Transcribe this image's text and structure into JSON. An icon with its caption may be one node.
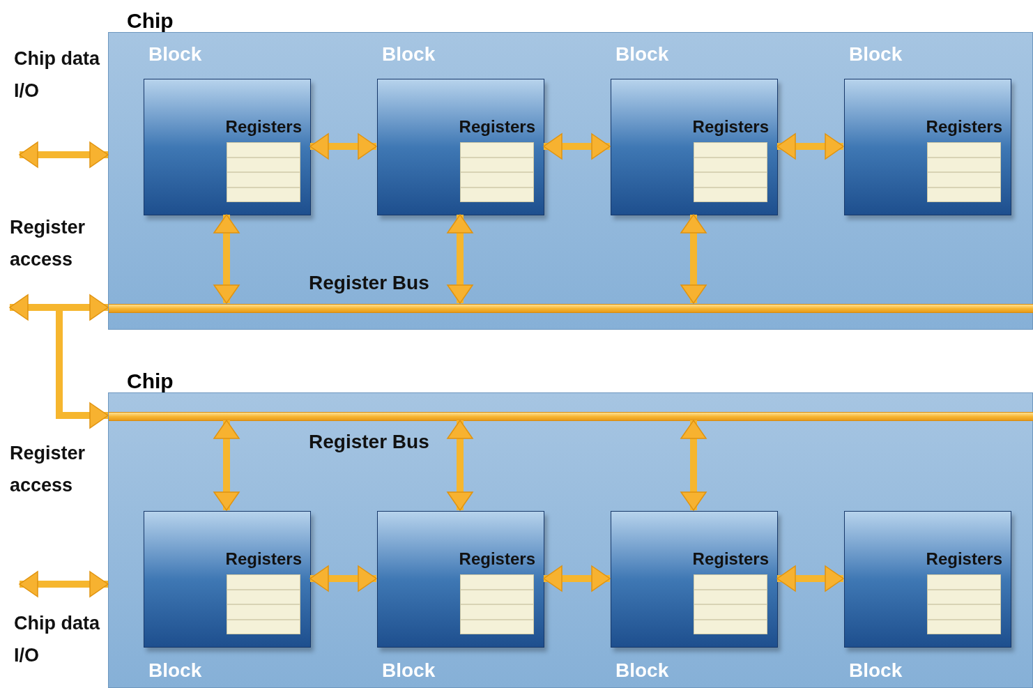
{
  "diagram": {
    "nodes": [
      {
        "text": [
          "Chip"
        ]
      },
      {
        "text": [
          "Block",
          "Registers"
        ],
        "in": 0
      },
      {
        "text": [
          "Block",
          "Registers"
        ],
        "in": 0
      },
      {
        "text": [
          "Block",
          "Registers"
        ],
        "in": 0
      },
      {
        "text": [
          "Block",
          "Registers"
        ],
        "in": 0
      },
      {
        "text": [
          "Register Bus"
        ],
        "in": 0
      },
      {
        "text": [
          "Chip"
        ]
      },
      {
        "text": [
          "Register Bus"
        ],
        "in": 6
      },
      {
        "text": [
          "Registers",
          "Block"
        ],
        "in": 6
      },
      {
        "text": [
          "Registers",
          "Block"
        ],
        "in": 6
      },
      {
        "text": [
          "Registers",
          "Block"
        ],
        "in": 6
      },
      {
        "text": [
          "Registers",
          "Block"
        ],
        "in": 6
      }
    ],
    "edges": [
      {
        "from": null,
        "to": 0,
        "arrow": "both"
      },
      {
        "from": 1,
        "to": 2,
        "arrow": "both"
      },
      {
        "from": 2,
        "to": 3,
        "arrow": "both"
      },
      {
        "from": 3,
        "to": 4,
        "arrow": "both"
      },
      {
        "from": 1,
        "to": 5,
        "arrow": "both"
      },
      {
        "from": 2,
        "to": 5,
        "arrow": "both"
      },
      {
        "from": 3,
        "to": 5,
        "arrow": "both"
      },
      {
        "from": null,
        "to": 5,
        "arrow": "both"
      },
      {
        "from": null,
        "to": 7,
        "arrow": "to"
      },
      {
        "from": null,
        "to": 6,
        "arrow": "both"
      },
      {
        "from": 8,
        "to": 9,
        "arrow": "both"
      },
      {
        "from": 9,
        "to": 10,
        "arrow": "both"
      },
      {
        "from": 10,
        "to": 11,
        "arrow": "both"
      },
      {
        "from": 7,
        "to": 8,
        "arrow": "both"
      },
      {
        "from": 7,
        "to": 9,
        "arrow": "both"
      },
      {
        "from": 7,
        "to": 10,
        "arrow": "both"
      }
    ],
    "labels": [
      "Chip data I/O",
      "Register access",
      "Register access",
      "Chip data I/O"
    ]
  }
}
